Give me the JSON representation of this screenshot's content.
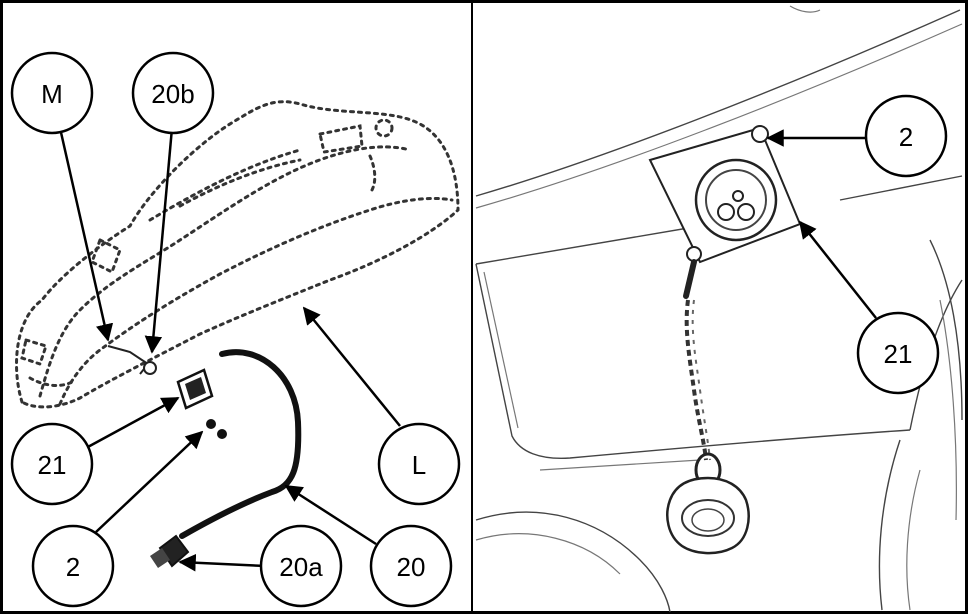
{
  "colors": {
    "line": "#000000",
    "background": "#ffffff",
    "sketch": "#333333"
  },
  "left_panel": {
    "callouts": {
      "m": "M",
      "20b": "20b",
      "21": "21",
      "2": "2",
      "20a": "20a",
      "20": "20",
      "l": "L"
    }
  },
  "right_panel": {
    "callouts": {
      "2": "2",
      "21": "21"
    }
  }
}
